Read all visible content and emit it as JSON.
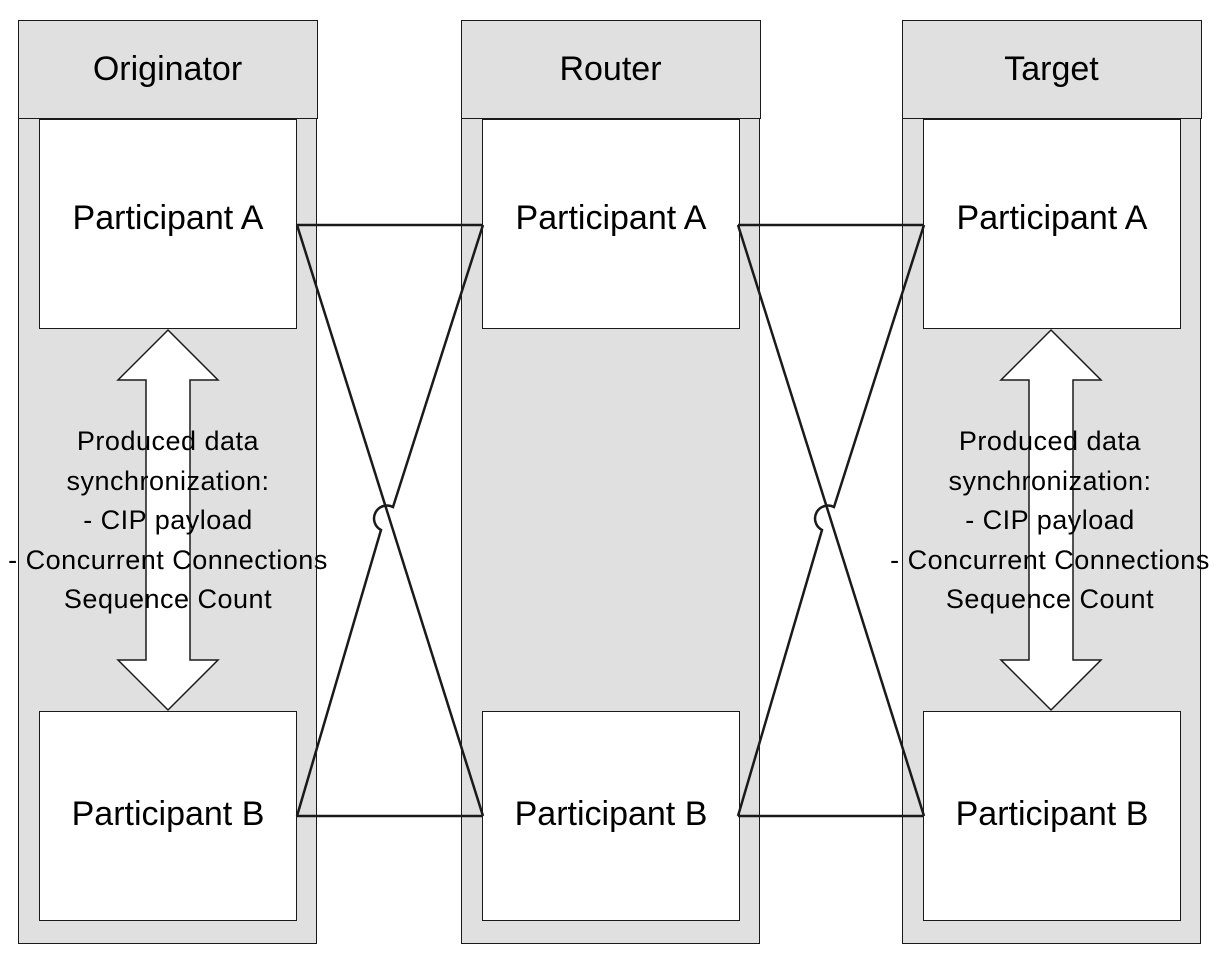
{
  "columns": [
    {
      "header": "Originator",
      "participant_a": "Participant  A",
      "participant_b": "Participant  B"
    },
    {
      "header": "Router",
      "participant_a": "Participant  A",
      "participant_b": "Participant  B"
    },
    {
      "header": "Target",
      "participant_a": "Participant  A",
      "participant_b": "Participant  B"
    }
  ],
  "sync_labels": [
    {
      "lines": [
        "Produced data",
        "synchronization:",
        "- CIP payload",
        "- Concurrent Connections",
        "Sequence Count"
      ]
    },
    {
      "lines": [
        "Produced data",
        "synchronization:",
        "- CIP payload",
        "- Concurrent Connections",
        "Sequence Count"
      ]
    }
  ]
}
